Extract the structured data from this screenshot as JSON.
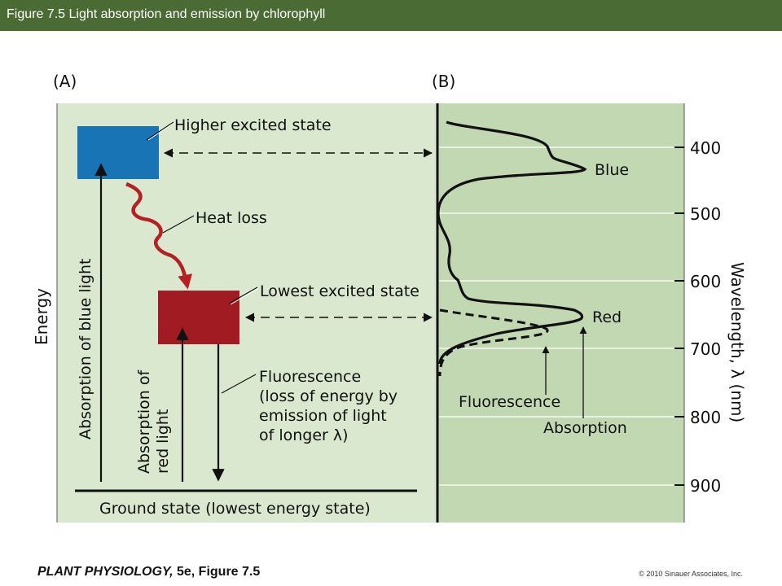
{
  "title": "Figure 7.5 Light absorption and emission by chlorophyll",
  "panels": {
    "a_label": "(A)",
    "b_label": "(B)"
  },
  "panel_a": {
    "higher_excited_state": "Higher excited state",
    "heat_loss": "Heat loss",
    "lowest_excited_state": "Lowest excited state",
    "energy_axis": "Energy",
    "absorption_blue": "Absorption of blue light",
    "absorption_red_line1": "Absorption of",
    "absorption_red_line2": "red light",
    "fluorescence_line1": "Fluorescence",
    "fluorescence_line2": "(loss of energy by",
    "fluorescence_line3": "emission of light",
    "fluorescence_line4": "of longer λ)",
    "ground_state": "Ground state (lowest energy state)"
  },
  "panel_b": {
    "blue": "Blue",
    "red": "Red",
    "fluorescence": "Fluorescence",
    "absorption": "Absorption",
    "axis_label": "Wavelength, λ (nm)",
    "ticks": [
      "400",
      "500",
      "600",
      "700",
      "800",
      "900"
    ]
  },
  "colors": {
    "title_bar": "#4a6b34",
    "panel_a_bg": "#d9e8cf",
    "panel_b_bg": "#c2d8b3",
    "blue_box": "#1874b4",
    "red_box": "#a11c22",
    "heat_arrow": "#b52025"
  },
  "footer": {
    "book": "PLANT PHYSIOLOGY,",
    "edition": " 5e, Figure 7.5",
    "copyright": "© 2010 Sinauer Associates, Inc."
  }
}
